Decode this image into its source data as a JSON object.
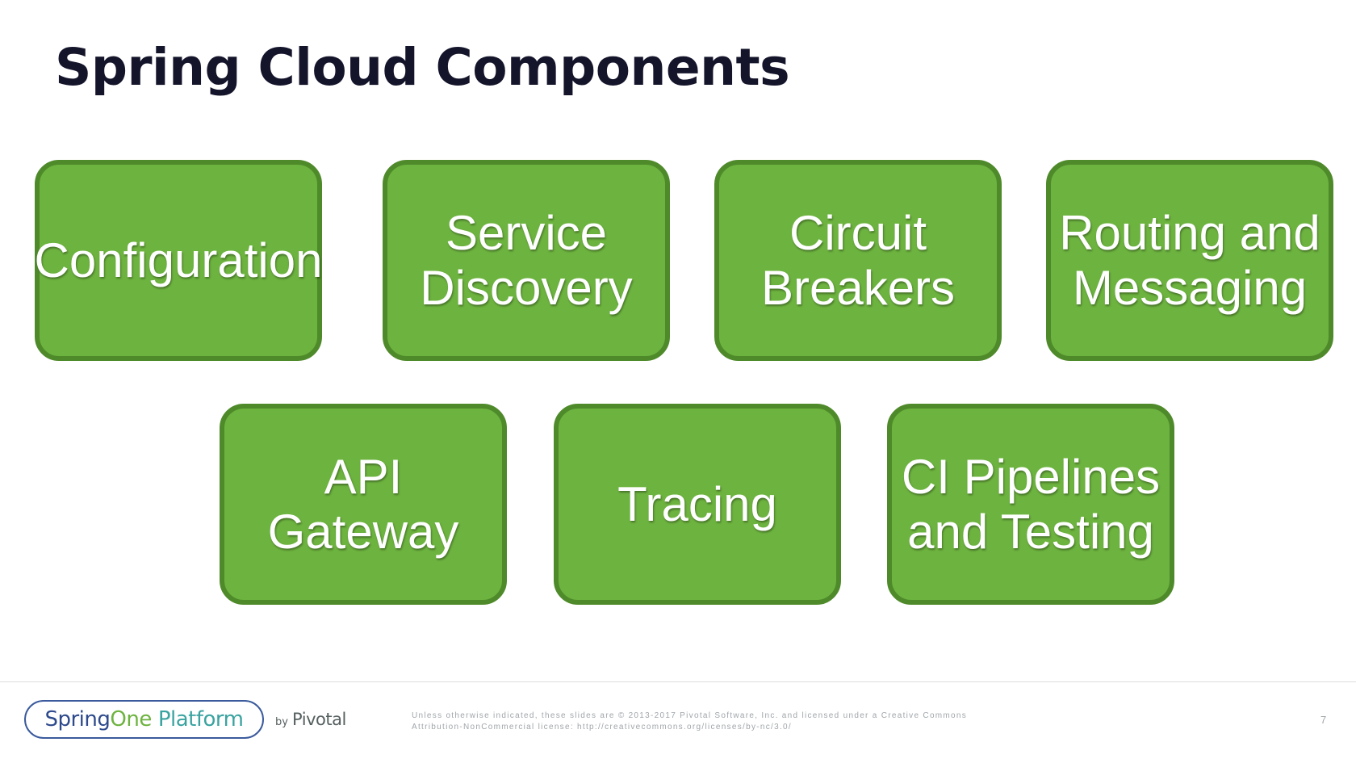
{
  "slide": {
    "title": "Spring Cloud Components",
    "accent_color": "#6db33f",
    "border_color": "#4e8a2a"
  },
  "components": [
    {
      "label": "Configuration"
    },
    {
      "label": "Service\nDiscovery"
    },
    {
      "label": "Circuit\nBreakers"
    },
    {
      "label": "Routing and\nMessaging"
    },
    {
      "label": "API Gateway"
    },
    {
      "label": "Tracing"
    },
    {
      "label": "CI Pipelines\nand Testing"
    }
  ],
  "footer": {
    "logo_spring": "Spring",
    "logo_one": "One",
    "logo_platform": "Platform",
    "by_text": "by",
    "pivotal_text": "Pivotal",
    "legal_line1": "Unless otherwise indicated, these slides are © 2013-2017 Pivotal Software, Inc. and licensed under a Creative Commons",
    "legal_line2": "Attribution-NonCommercial license: http://creativecommons.org/licenses/by-nc/3.0/",
    "page_number": "7"
  }
}
